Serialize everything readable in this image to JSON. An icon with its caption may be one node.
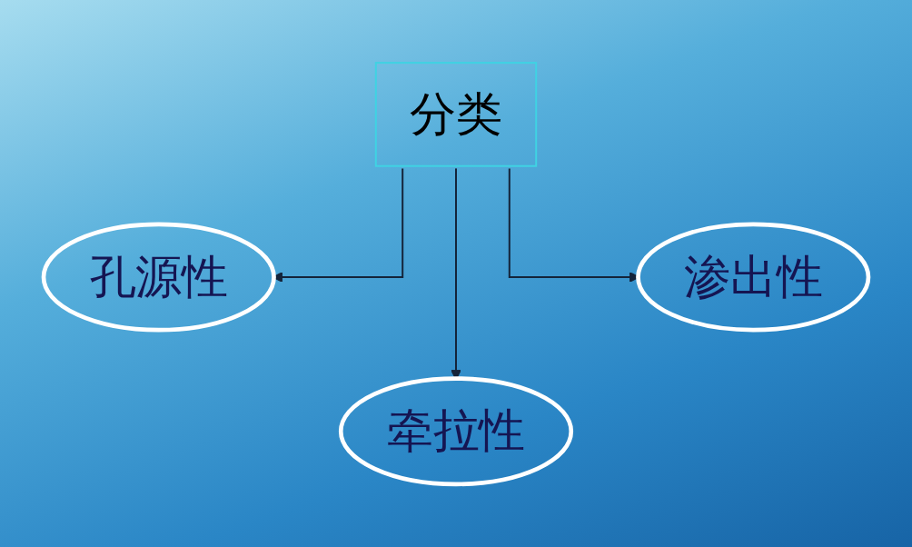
{
  "diagram": {
    "nodes": [
      {
        "text": [
          "分类"
        ]
      },
      {
        "text": [
          "孔源性"
        ]
      },
      {
        "text": [
          "渗出性"
        ]
      },
      {
        "text": [
          "牵拉性"
        ]
      }
    ],
    "edges": [
      {
        "from": 0,
        "to": 1,
        "arrow": "to"
      },
      {
        "from": 0,
        "to": 2,
        "arrow": "to"
      },
      {
        "from": 0,
        "to": 3,
        "arrow": "to"
      }
    ]
  }
}
